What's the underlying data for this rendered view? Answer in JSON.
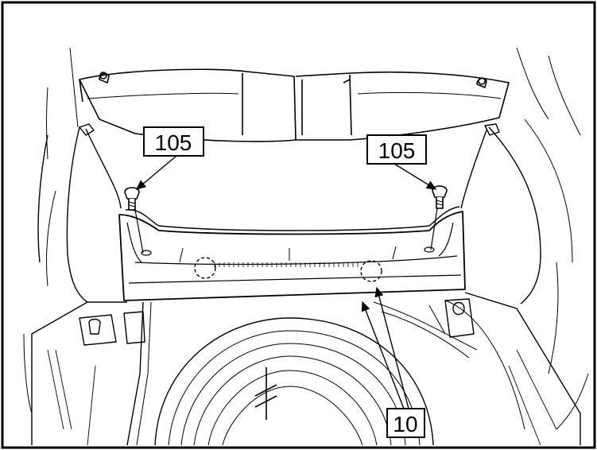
{
  "callouts": {
    "left_screw": "105",
    "right_screw": "105",
    "sill_plate": "10"
  },
  "icons": {
    "clip_left": "clip-icon",
    "clip_right": "clip-icon",
    "screw_left": "screw-icon",
    "screw_right": "screw-icon"
  },
  "colors": {
    "line": "#000000",
    "background": "#ffffff"
  }
}
